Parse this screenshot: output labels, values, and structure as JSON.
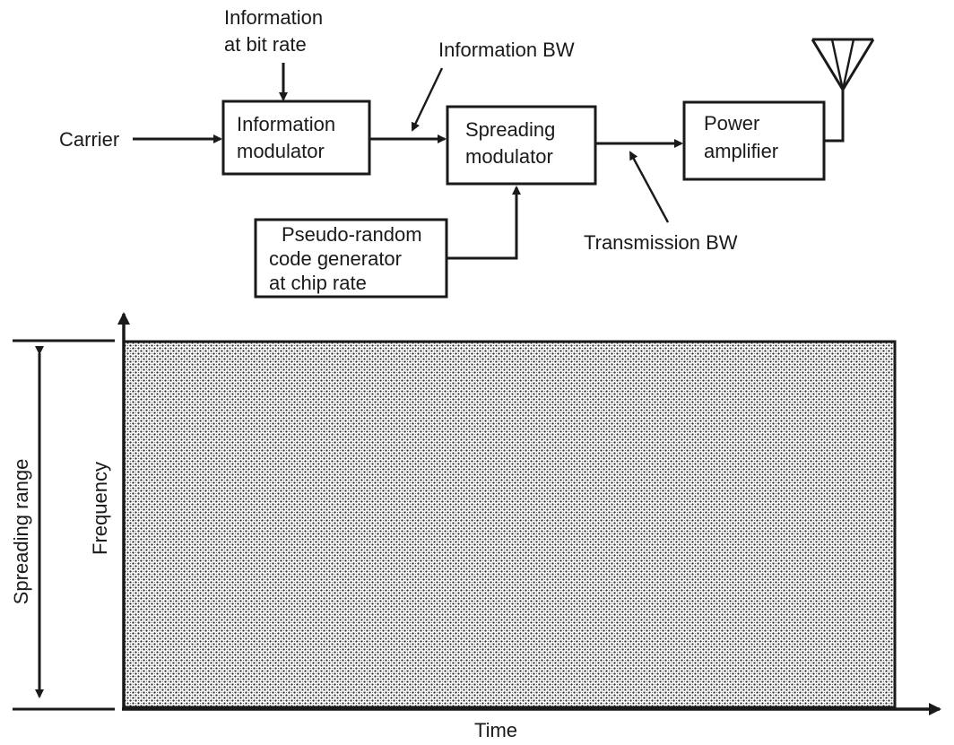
{
  "block_diagram": {
    "input_carrier": "Carrier",
    "info_input_line1": "Information",
    "info_input_line2": "at bit rate",
    "info_modulator_line1": "Information",
    "info_modulator_line2": "modulator",
    "info_bw_label": "Information BW",
    "spreading_modulator_line1": "Spreading",
    "spreading_modulator_line2": "modulator",
    "prn_line1": "Pseudo-random",
    "prn_line2": "code generator",
    "prn_line3": "at chip rate",
    "power_amp_line1": "Power",
    "power_amp_line2": "amplifier",
    "transmission_bw_label": "Transmission BW",
    "antenna_icon": "antenna-icon"
  },
  "spectrum_plot": {
    "y_axis_label": "Frequency",
    "x_axis_label": "Time",
    "range_label": "Spreading range",
    "fill_pattern": "stipple-dots"
  },
  "colors": {
    "ink": "#1a1a1a",
    "background": "#ffffff"
  }
}
